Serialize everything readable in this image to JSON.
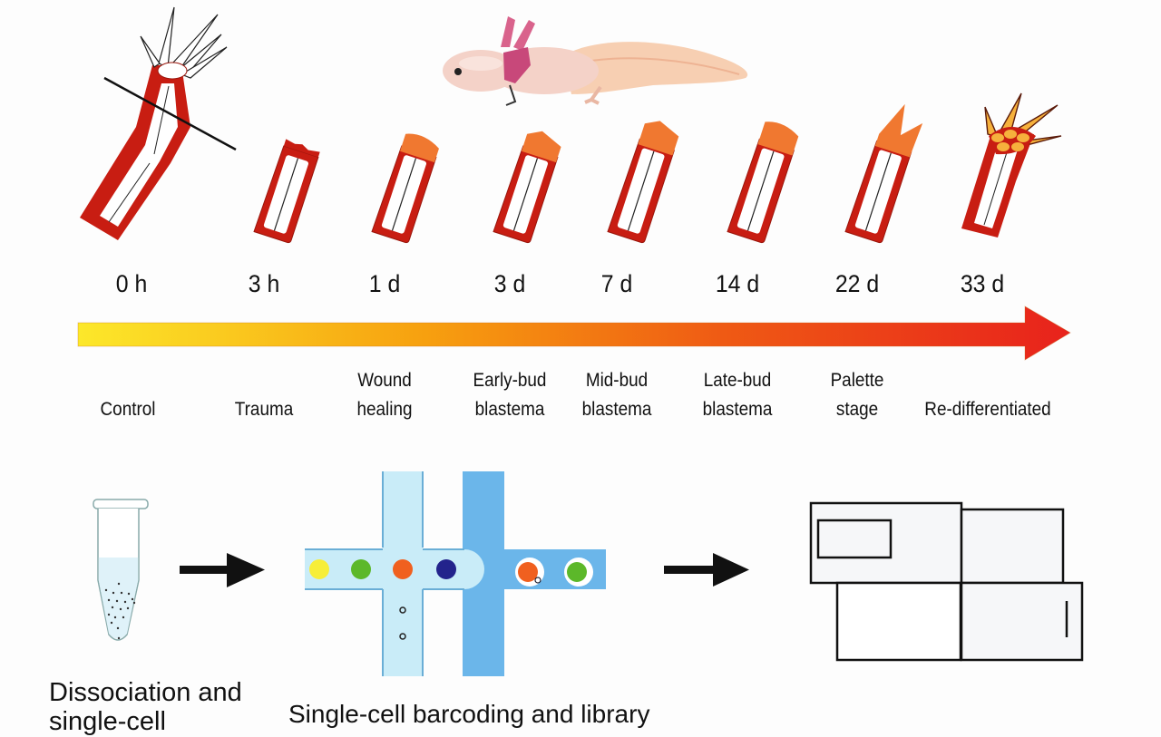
{
  "timeline": {
    "timepoints": [
      {
        "time": "0 h",
        "stage": "Control",
        "limb_state": "intact-limb-with-amputation-line"
      },
      {
        "time": "3 h",
        "stage": "Trauma",
        "limb_state": "amputated-stump"
      },
      {
        "time": "1 d",
        "stage": "Wound\nhealing",
        "limb_state": "wound-epidermis-cap"
      },
      {
        "time": "3 d",
        "stage": "Early-bud\nblastema",
        "limb_state": "early-bud"
      },
      {
        "time": "7 d",
        "stage": "Mid-bud\nblastema",
        "limb_state": "mid-bud"
      },
      {
        "time": "14 d",
        "stage": "Late-bud\nblastema",
        "limb_state": "late-bud"
      },
      {
        "time": "22 d",
        "stage": "Palette\nstage",
        "limb_state": "palette-digits"
      },
      {
        "time": "33 d",
        "stage": "Re-differentiated",
        "limb_state": "regenerated-limb"
      }
    ],
    "arrow_gradient": [
      "#fce82a",
      "#f7a00f",
      "#ef5a14",
      "#e8221c"
    ]
  },
  "organism": {
    "name": "axolotl",
    "icon": "axolotl-illustration"
  },
  "colors": {
    "limb_tissue": "#c81d12",
    "blastema": "#f07830",
    "bone": "#ffffff",
    "regenerated_bone": "#f6b13c",
    "channel_light": "#c9ecf8",
    "channel_dark": "#6bb6ea",
    "bead_yellow": "#f7ee38",
    "bead_green": "#5cb82a",
    "bead_orange": "#f0601f",
    "bead_navy": "#23238c"
  },
  "workflow": {
    "steps": [
      {
        "caption": "Dissociation and",
        "caption_cut": "single-cell",
        "icon": "tube-icon"
      },
      {
        "caption": "Single-cell barcoding and library",
        "icon": "microfluidic-chip-icon"
      },
      {
        "caption": "",
        "icon": "sequencer-icon"
      }
    ],
    "beads_input": [
      "bead_yellow",
      "bead_green",
      "bead_orange",
      "bead_navy"
    ],
    "beads_output": [
      "bead_orange",
      "bead_green"
    ]
  }
}
